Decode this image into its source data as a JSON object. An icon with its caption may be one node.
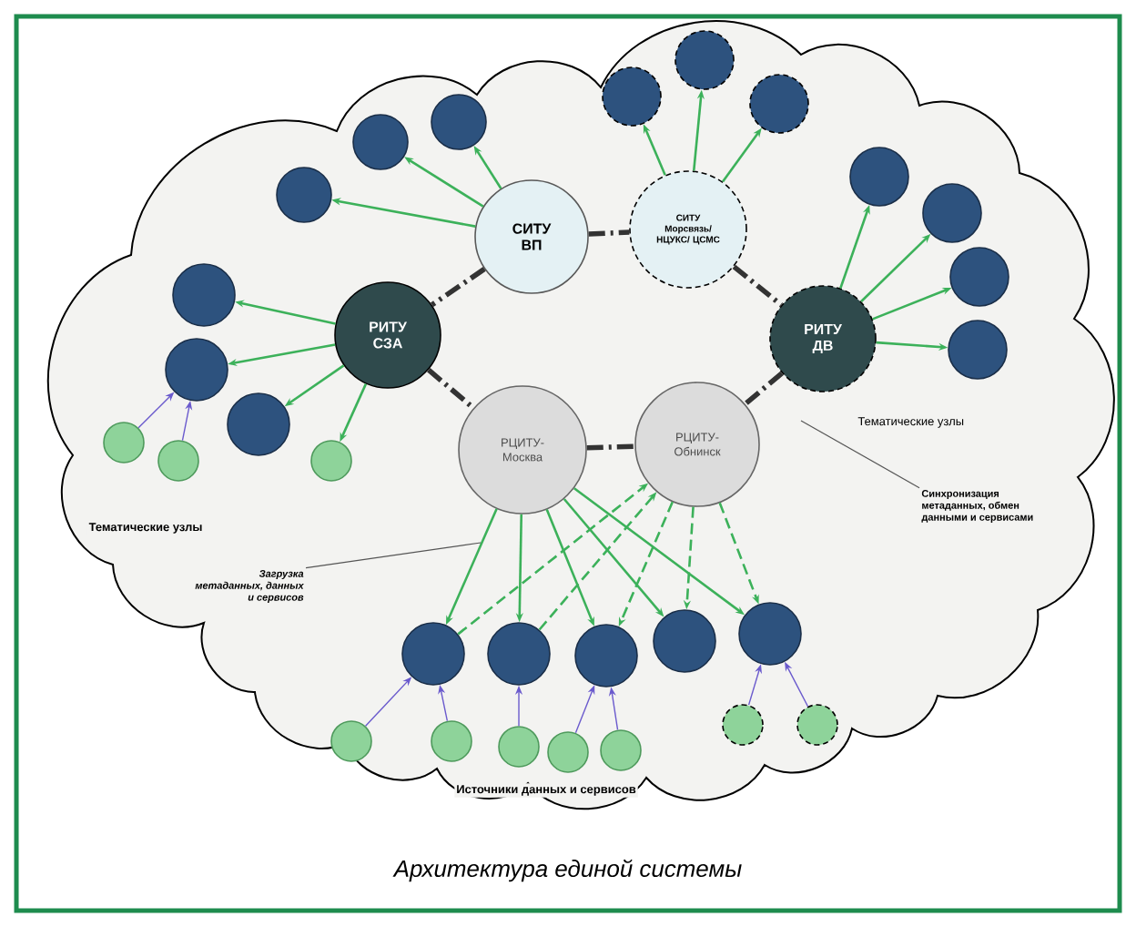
{
  "diagram": {
    "caption": "Архитектура единой системы",
    "nodes": [
      {
        "text": [
          "СИТУ ВП"
        ]
      },
      {
        "text": [
          "СИТУ Морсвязь/ НЦУКС/ ЦСМС"
        ]
      },
      {
        "text": [
          "РИТУ СЗА"
        ]
      },
      {
        "text": [
          "РИТУ ДВ"
        ]
      },
      {
        "text": [
          "РЦИТУ-Москва"
        ]
      },
      {
        "text": [
          "РЦИТУ-Обнинск"
        ]
      },
      {
        "text": [
          "Загрузка метаданных, данных и сервисов"
        ]
      },
      {
        "text": [
          "Синхронизация метаданных, обмен данными и сервисами"
        ]
      },
      {
        "text": [],
        "shape": "circle"
      },
      {
        "text": [],
        "shape": "circle"
      },
      {
        "text": [],
        "shape": "circle"
      },
      {
        "text": [],
        "shape": "circle"
      },
      {
        "text": [],
        "shape": "circle"
      },
      {
        "text": [],
        "shape": "circle"
      },
      {
        "text": [],
        "shape": "circle"
      },
      {
        "text": [],
        "shape": "circle"
      },
      {
        "text": [],
        "shape": "circle"
      },
      {
        "text": [],
        "shape": "circle"
      },
      {
        "text": [],
        "shape": "circle"
      },
      {
        "text": [],
        "shape": "circle"
      },
      {
        "text": [],
        "shape": "circle"
      },
      {
        "text": [],
        "shape": "circle"
      },
      {
        "text": [],
        "shape": "circle"
      },
      {
        "text": [],
        "shape": "circle"
      },
      {
        "text": [],
        "shape": "circle"
      },
      {
        "text": [],
        "shape": "circle"
      },
      {
        "text": [],
        "shape": "circle"
      },
      {
        "text": [],
        "shape": "circle"
      },
      {
        "text": [],
        "shape": "circle"
      },
      {
        "text": [],
        "shape": "circle"
      },
      {
        "text": [],
        "shape": "circle"
      },
      {
        "text": [],
        "shape": "circle"
      },
      {
        "text": [],
        "shape": "circle"
      },
      {
        "text": [],
        "shape": "circle"
      },
      {
        "text": [],
        "shape": "circle"
      },
      {
        "text": [],
        "shape": "circle"
      }
    ],
    "edges": [
      {
        "from": 0,
        "to": 8,
        "arrow": "to"
      },
      {
        "from": 0,
        "to": 9,
        "arrow": "to"
      },
      {
        "from": 0,
        "to": 10,
        "arrow": "to"
      },
      {
        "from": 1,
        "to": 11,
        "arrow": "to"
      },
      {
        "from": 1,
        "to": 12,
        "arrow": "to"
      },
      {
        "from": 1,
        "to": 13,
        "arrow": "to"
      },
      {
        "from": 2,
        "to": 14,
        "arrow": "to"
      },
      {
        "from": 2,
        "to": 15,
        "arrow": "to"
      },
      {
        "from": 2,
        "to": 16,
        "arrow": "to"
      },
      {
        "from": 2,
        "to": 23,
        "arrow": "to"
      },
      {
        "from": 3,
        "to": 17,
        "arrow": "to"
      },
      {
        "from": 3,
        "to": 18,
        "arrow": "to"
      },
      {
        "from": 3,
        "to": 19,
        "arrow": "to"
      },
      {
        "from": 3,
        "to": 20,
        "arrow": "to"
      },
      {
        "from": 21,
        "to": 15,
        "arrow": "to",
        "color": "#6a5acd"
      },
      {
        "from": 22,
        "to": 15,
        "arrow": "to",
        "color": "#6a5acd"
      },
      {
        "from": 0,
        "to": 1,
        "arrow": "none",
        "style": "dashed",
        "color": "#333333"
      },
      {
        "from": 0,
        "to": 2,
        "arrow": "none",
        "style": "dashed",
        "color": "#333333"
      },
      {
        "from": 2,
        "to": 4,
        "arrow": "none",
        "style": "dashed",
        "color": "#333333"
      },
      {
        "from": 4,
        "to": 5,
        "arrow": "none",
        "style": "dashed",
        "color": "#333333"
      },
      {
        "from": 1,
        "to": 3,
        "arrow": "none",
        "style": "dashed",
        "color": "#333333"
      },
      {
        "from": 3,
        "to": 5,
        "arrow": "none",
        "style": "dashed",
        "color": "#333333"
      },
      {
        "from": 4,
        "to": 24,
        "arrow": "to"
      },
      {
        "from": 4,
        "to": 25,
        "arrow": "to"
      },
      {
        "from": 4,
        "to": 26,
        "arrow": "to"
      },
      {
        "from": 4,
        "to": 27,
        "arrow": "to"
      },
      {
        "from": 4,
        "to": 28,
        "arrow": "to"
      },
      {
        "from": 24,
        "to": 5,
        "arrow": "to",
        "style": "dashed"
      },
      {
        "from": 25,
        "to": 5,
        "arrow": "to",
        "style": "dashed"
      },
      {
        "from": 5,
        "to": 26,
        "arrow": "to",
        "style": "dashed"
      },
      {
        "from": 5,
        "to": 27,
        "arrow": "to",
        "style": "dashed"
      },
      {
        "from": 5,
        "to": 28,
        "arrow": "to",
        "style": "dashed"
      },
      {
        "from": 29,
        "to": 24,
        "arrow": "to",
        "color": "#6a5acd"
      },
      {
        "from": 30,
        "to": 24,
        "arrow": "to",
        "color": "#6a5acd"
      },
      {
        "from": 31,
        "to": 25,
        "arrow": "to",
        "color": "#6a5acd"
      },
      {
        "from": 32,
        "to": 26,
        "arrow": "to",
        "color": "#6a5acd"
      },
      {
        "from": 33,
        "to": 26,
        "arrow": "to",
        "color": "#6a5acd"
      },
      {
        "from": 34,
        "to": 28,
        "arrow": "to",
        "color": "#6a5acd"
      },
      {
        "from": 35,
        "to": 28,
        "arrow": "to",
        "color": "#6a5acd"
      },
      {
        "from": 6,
        "to": null,
        "arrow": "none",
        "color": "#555555"
      },
      {
        "from": 7,
        "to": null,
        "arrow": "none",
        "color": "#555555"
      }
    ],
    "labels": [
      "Тематические узлы",
      "Тематические узлы",
      "Источники данных и сервисов"
    ]
  }
}
